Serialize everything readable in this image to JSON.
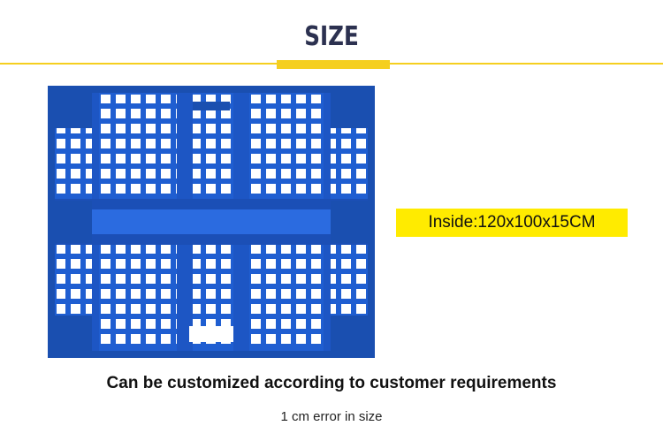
{
  "header": {
    "title": "SIZE"
  },
  "product": {
    "image_icon": "plastic-pallet-icon",
    "color": "#1f5ed1",
    "dimensions": "Inside:120x100x15CM"
  },
  "footer": {
    "headline": "Can be customized according to customer requirements",
    "note": "1 cm error in size"
  },
  "colors": {
    "accent": "#f5cf1f",
    "label_bg": "#ffeb00",
    "title": "#2c3150"
  }
}
